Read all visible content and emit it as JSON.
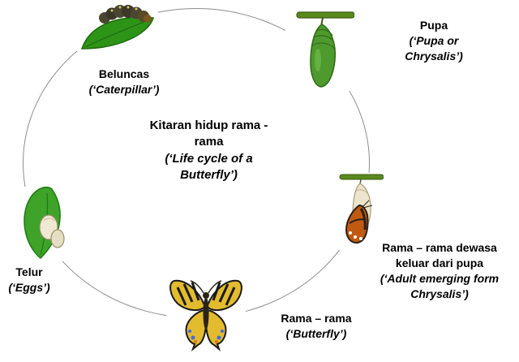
{
  "center": {
    "title_my": "Kitaran hidup rama - rama",
    "title_en": "(‘Life cycle of a Butterfly’)"
  },
  "stages": [
    {
      "id": "caterpillar",
      "label_my": "Beluncas",
      "label_en": "(‘Caterpillar’)"
    },
    {
      "id": "pupa",
      "label_my": "Pupa",
      "label_en": "(‘Pupa or Chrysalis’)"
    },
    {
      "id": "emerging-adult",
      "label_my": "Rama – rama dewasa keluar dari pupa",
      "label_en": "(‘Adult emerging form Chrysalis’)"
    },
    {
      "id": "butterfly",
      "label_my": "Rama – rama",
      "label_en": "(‘Butterfly’)"
    },
    {
      "id": "eggs",
      "label_my": "Telur",
      "label_en": "(‘Eggs’)"
    }
  ],
  "colors": {
    "leaf_green": "#2e9418",
    "leaf_dark": "#1c6b0c",
    "pupa_green": "#4f9a2e",
    "wing_yellow": "#e2bc2e",
    "wing_black": "#1a1a1a",
    "shell_tan": "#ece4cc",
    "circle_gray": "#8d8d8d"
  }
}
